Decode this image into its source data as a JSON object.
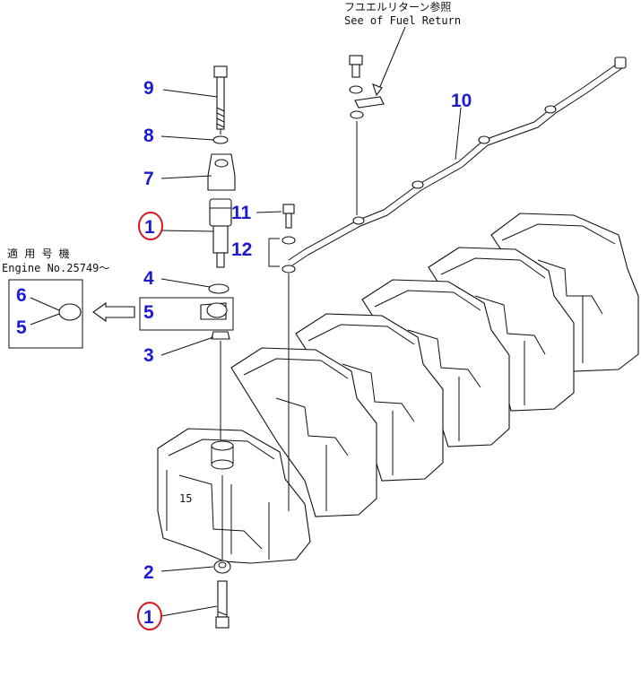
{
  "callouts": {
    "c1_top": "1",
    "c1_bottom": "1",
    "c2": "2",
    "c3": "3",
    "c4": "4",
    "c5": "5",
    "c5_inset": "5",
    "c6_inset": "6",
    "c7": "7",
    "c8": "8",
    "c9": "9",
    "c10": "10",
    "c11": "11",
    "c12": "12"
  },
  "notes": {
    "fuel_return_jp": "フユエルリターン参照",
    "fuel_return_en": "See of Fuel Return",
    "applicable_jp": "適 用 号 機",
    "engine_no": "Engine No.25749～"
  },
  "colors": {
    "callout": "#1b1bd0",
    "highlight_circle": "#d21a1a",
    "line": "#111111"
  }
}
